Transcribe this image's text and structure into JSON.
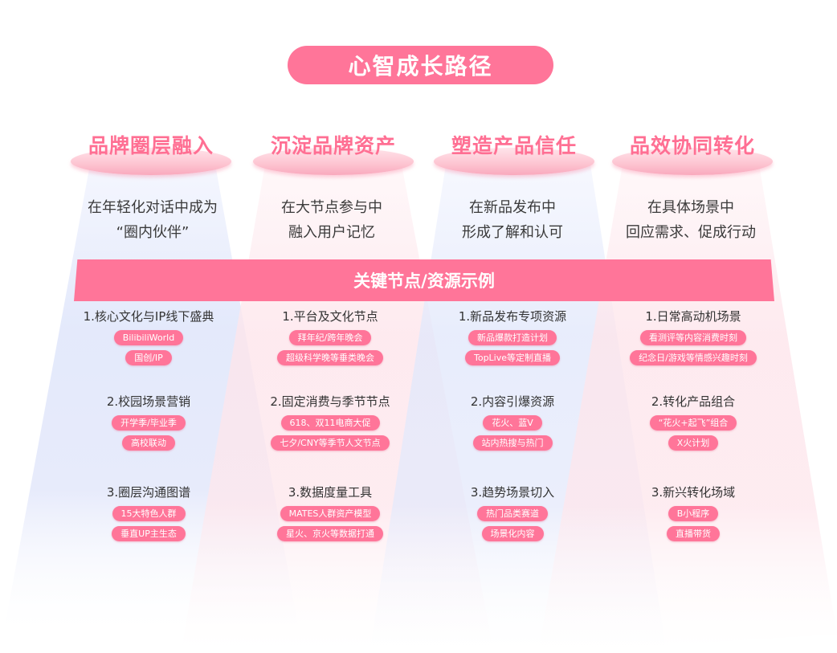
{
  "title": "心智成长路径",
  "colors": {
    "accent": "#ff7599",
    "stage_title": "#ff6f93",
    "beam_blue": "#dfe6fb",
    "beam_pink": "#fde3ea",
    "text": "#333333"
  },
  "stages": [
    {
      "title": "品牌圈层融入",
      "desc": [
        "在年轻化对话中成为",
        "“圈内伙伴”"
      ],
      "beam": "blue",
      "groups": [
        {
          "title": "1.核心文化与IP线下盛典",
          "tags": [
            "BilibiliWorld",
            "国创/IP"
          ]
        },
        {
          "title": "2.校园场景营销",
          "tags": [
            "开学季/毕业季",
            "高校联动"
          ]
        },
        {
          "title": "3.圈层沟通图谱",
          "tags": [
            "15大特色人群",
            "垂直UP主生态"
          ]
        }
      ]
    },
    {
      "title": "沉淀品牌资产",
      "desc": [
        "在大节点参与中",
        "融入用户记忆"
      ],
      "beam": "pink",
      "groups": [
        {
          "title": "1.平台及文化节点",
          "tags": [
            "拜年纪/跨年晚会",
            "超级科学晚等垂类晚会"
          ]
        },
        {
          "title": "2.固定消费与季节节点",
          "tags": [
            "618、双11电商大促",
            "七夕/CNY等季节人文节点"
          ]
        },
        {
          "title": "3.数据度量工具",
          "tags": [
            "MATES人群资产模型",
            "星火、京火等数据打通"
          ]
        }
      ]
    },
    {
      "title": "塑造产品信任",
      "desc": [
        "在新品发布中",
        "形成了解和认可"
      ],
      "beam": "blue",
      "groups": [
        {
          "title": "1.新品发布专项资源",
          "tags": [
            "新品爆款打造计划",
            "TopLive等定制直播"
          ]
        },
        {
          "title": "2.内容引爆资源",
          "tags": [
            "花火、蓝V",
            "站内热搜与热门"
          ]
        },
        {
          "title": "3.趋势场景切入",
          "tags": [
            "热门品类赛道",
            "场景化内容"
          ]
        }
      ]
    },
    {
      "title": "品效协同转化",
      "desc": [
        "在具体场景中",
        "回应需求、促成行动"
      ],
      "beam": "pink",
      "groups": [
        {
          "title": "1.日常高动机场景",
          "tags": [
            "看测评等内容消费时刻",
            "纪念日/游戏等情感兴趣时刻"
          ]
        },
        {
          "title": "2.转化产品组合",
          "tags": [
            "“花火+起飞”组合",
            "X火计划"
          ]
        },
        {
          "title": "3.新兴转化场域",
          "tags": [
            "B小程序",
            "直播带货"
          ]
        }
      ]
    }
  ],
  "banner": "关键节点/资源示例"
}
